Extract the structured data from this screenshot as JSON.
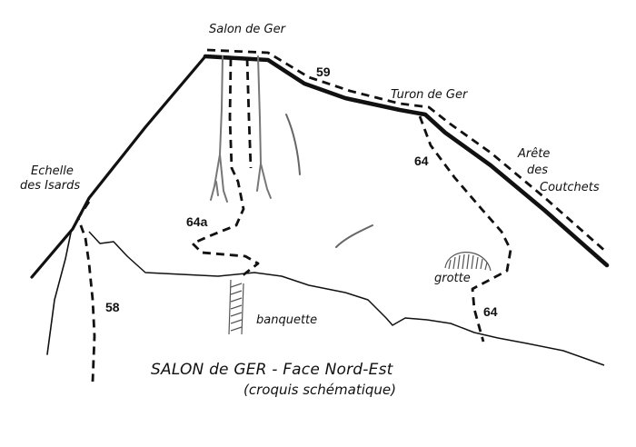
{
  "labels": {
    "summit": "Salon de Ger",
    "turon": "Turon de Ger",
    "arete_line1": "Arête",
    "arete_line2": "des",
    "arete_line3": "Coutchets",
    "echelle_line1": "Echelle",
    "echelle_line2": "des Isards",
    "grotte": "grotte",
    "banquette": "banquette"
  },
  "routes": {
    "r59": "59",
    "r64_upper": "64",
    "r64_lower": "64",
    "r64a": "64a",
    "r58": "58"
  },
  "caption": {
    "title": "SALON de GER - Face Nord-Est",
    "subtitle": "(croquis schématique)"
  },
  "colors": {
    "ink": "#111111",
    "paper": "#ffffff",
    "gully": "#777777"
  }
}
